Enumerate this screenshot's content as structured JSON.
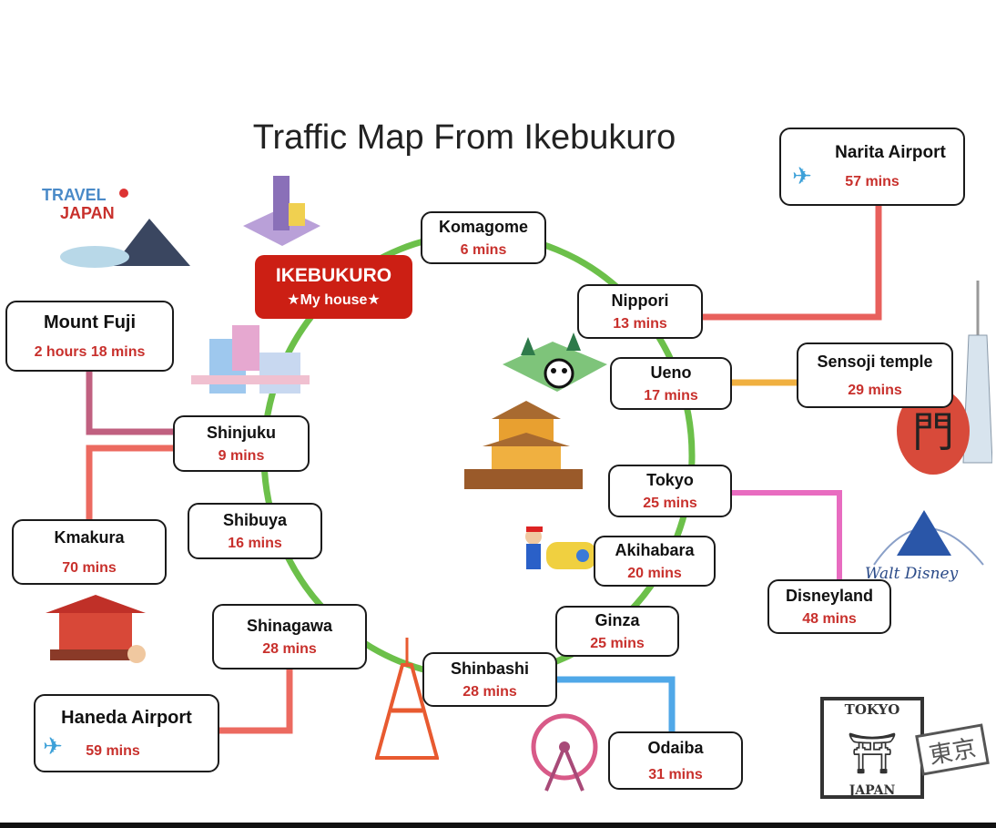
{
  "title": "Traffic Map From Ikebukuro",
  "origin": {
    "name": "IKEBUKURO",
    "subtitle": "★My house★"
  },
  "colors": {
    "loop": "#6cc04a",
    "origin": "#cc1f14",
    "time": "#c8302c"
  },
  "loop_stations": [
    {
      "name": "Komagome",
      "time": "6 mins"
    },
    {
      "name": "Nippori",
      "time": "13 mins"
    },
    {
      "name": "Ueno",
      "time": "17 mins"
    },
    {
      "name": "Tokyo",
      "time": "25 mins"
    },
    {
      "name": "Akihabara",
      "time": "20 mins"
    },
    {
      "name": "Ginza",
      "time": "25 mins"
    },
    {
      "name": "Shinbashi",
      "time": "28 mins"
    },
    {
      "name": "Shinagawa",
      "time": "28 mins"
    },
    {
      "name": "Shibuya",
      "time": "16 mins"
    },
    {
      "name": "Shinjuku",
      "time": "9 mins"
    }
  ],
  "destinations": [
    {
      "name": "Narita Airport",
      "time": "57 mins",
      "icon": "airplane-icon",
      "via": "Nippori"
    },
    {
      "name": "Sensoji temple",
      "time": "29 mins",
      "via": "Ueno"
    },
    {
      "name": "Disneyland",
      "time": "48 mins",
      "via": "Tokyo"
    },
    {
      "name": "Odaiba",
      "time": "31 mins",
      "via": "Shinbashi"
    },
    {
      "name": "Haneda Airport",
      "time": "59 mins",
      "icon": "airplane-icon",
      "via": "Shinagawa"
    },
    {
      "name": "Kmakura",
      "time": "70 mins",
      "via": "Shinjuku"
    },
    {
      "name": "Mount Fuji",
      "time": "2 hours 18 mins",
      "via": "Shinjuku"
    }
  ],
  "logos": {
    "travel_japan": "TRAVEL JAPAN",
    "disney": "Walt Disney",
    "stamp": "TOKYO JAPAN 東京"
  }
}
